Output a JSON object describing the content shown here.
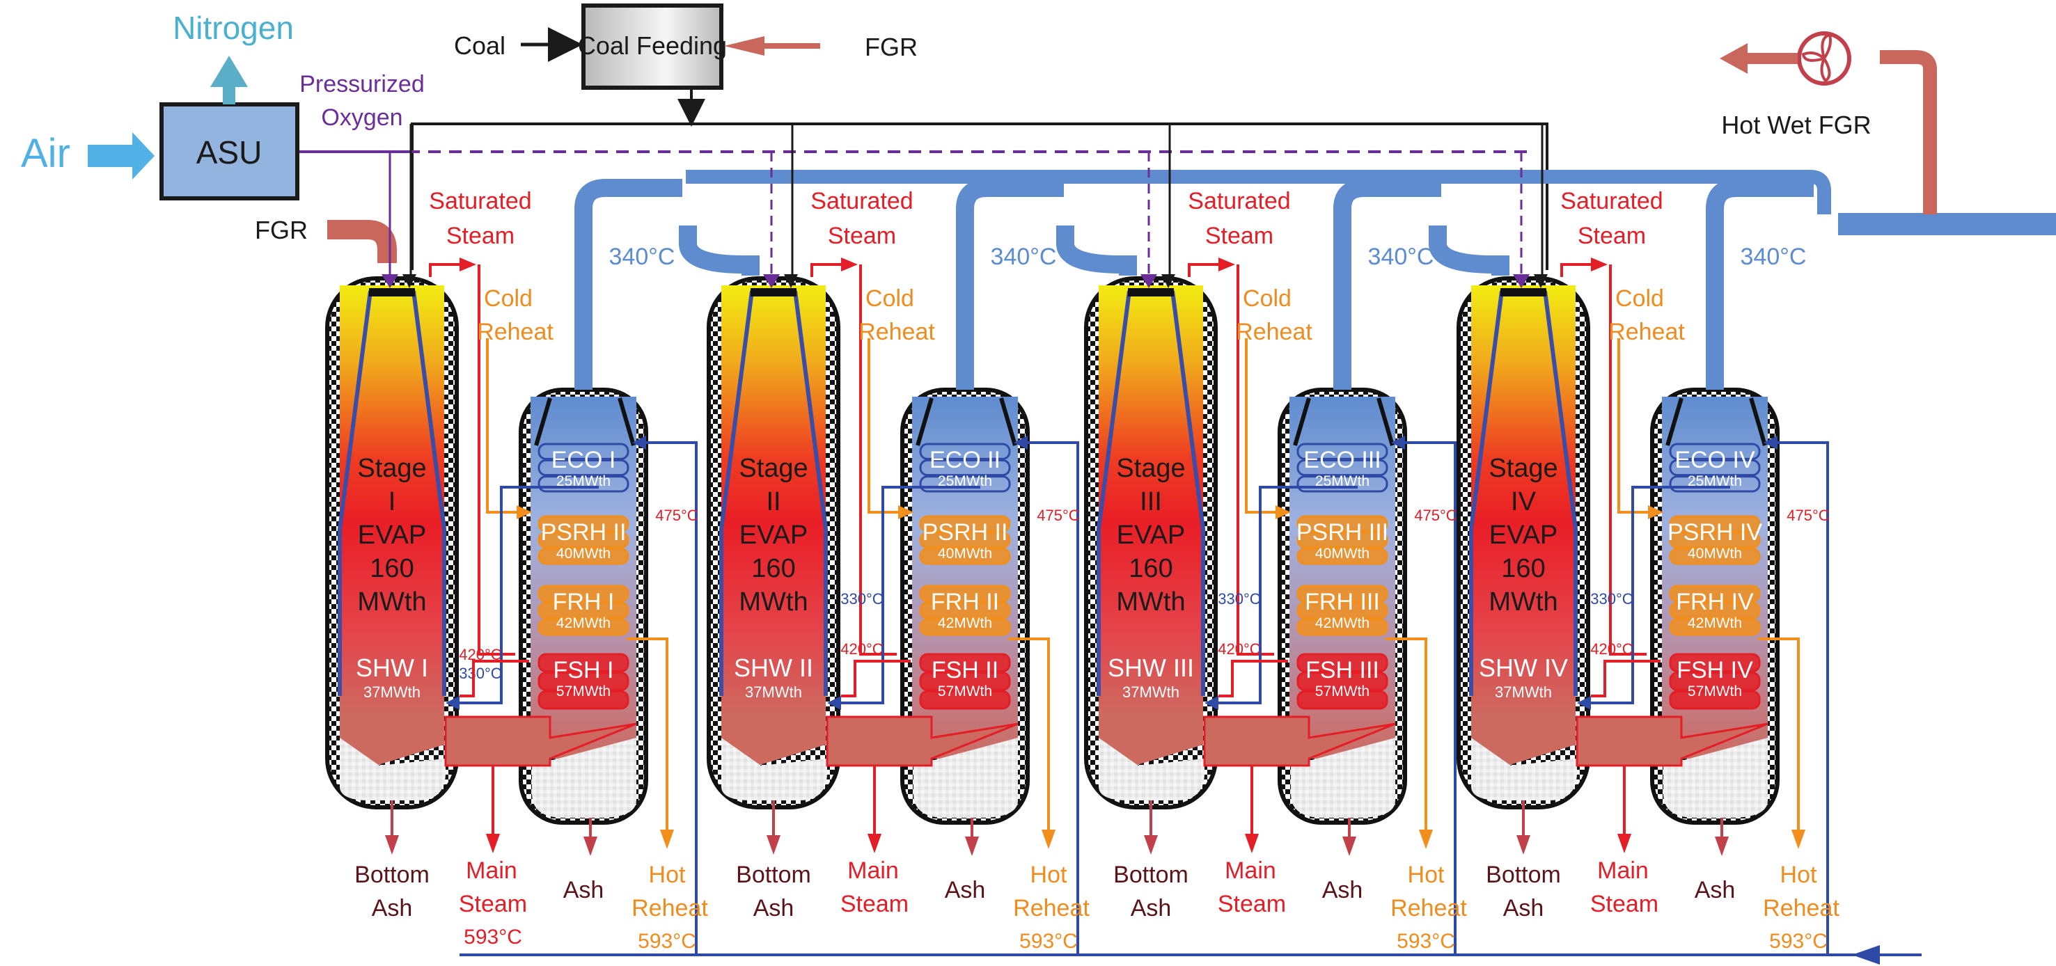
{
  "inputs": {
    "air_label": "Air",
    "nitrogen_label": "Nitrogen",
    "asu_label": "ASU",
    "pressurized_oxygen_line1": "Pressurized",
    "pressurized_oxygen_line2": "Oxygen",
    "coal_label": "Coal",
    "coal_feeding_label": "Coal Feeding",
    "fgr_coal_label": "FGR",
    "fgr_burner_label": "FGR",
    "hot_wet_fgr_label": "Hot Wet FGR"
  },
  "common_labels": {
    "saturated_line1": "Saturated",
    "saturated_line2": "Steam",
    "cold_line1": "Cold",
    "cold_line2": "Reheat",
    "flue_temp": "340°C",
    "temp_475": "475°C",
    "temp_420": "420°C",
    "temp_330": "330°C",
    "bottom_ash_line1": "Bottom",
    "bottom_ash_line2": "Ash",
    "main_steam_line1": "Main",
    "main_steam_line2": "Steam",
    "ash_label": "Ash",
    "hot_reheat_line1": "Hot",
    "hot_reheat_line2": "Reheat",
    "outlet_temp": "593°C"
  },
  "stages": [
    {
      "numeral": "I",
      "stage_word": "Stage",
      "evap_label": "EVAP",
      "evap_duty_value": "160",
      "evap_duty_unit": "MWth",
      "shw_label": "SHW I",
      "shw_duty": "37MWth",
      "eco_label": "ECO I",
      "eco_duty": "25MWth",
      "psrh_label": "PSRH II",
      "psrh_duty": "40MWth",
      "frh_label": "FRH I",
      "frh_duty": "42MWth",
      "fsh_label": "FSH I",
      "fsh_duty": "57MWth",
      "show_main_steam_temp": true
    },
    {
      "numeral": "II",
      "stage_word": "Stage",
      "evap_label": "EVAP",
      "evap_duty_value": "160",
      "evap_duty_unit": "MWth",
      "shw_label": "SHW II",
      "shw_duty": "37MWth",
      "eco_label": "ECO II",
      "eco_duty": "25MWth",
      "psrh_label": "PSRH II",
      "psrh_duty": "40MWth",
      "frh_label": "FRH II",
      "frh_duty": "42MWth",
      "fsh_label": "FSH II",
      "fsh_duty": "57MWth",
      "show_main_steam_temp": false
    },
    {
      "numeral": "III",
      "stage_word": "Stage",
      "evap_label": "EVAP",
      "evap_duty_value": "160",
      "evap_duty_unit": "MWth",
      "shw_label": "SHW III",
      "shw_duty": "37MWth",
      "eco_label": "ECO III",
      "eco_duty": "25MWth",
      "psrh_label": "PSRH III",
      "psrh_duty": "40MWth",
      "frh_label": "FRH III",
      "frh_duty": "42MWth",
      "fsh_label": "FSH III",
      "fsh_duty": "57MWth",
      "show_main_steam_temp": false
    },
    {
      "numeral": "IV",
      "stage_word": "Stage",
      "evap_label": "EVAP",
      "evap_duty_value": "160",
      "evap_duty_unit": "MWth",
      "shw_label": "SHW IV",
      "shw_duty": "37MWth",
      "eco_label": "ECO IV",
      "eco_duty": "25MWth",
      "psrh_label": "PSRH IV",
      "psrh_duty": "40MWth",
      "frh_label": "FRH IV",
      "frh_duty": "42MWth",
      "fsh_label": "FSH IV",
      "fsh_duty": "57MWth",
      "show_main_steam_temp": false
    }
  ],
  "colors": {
    "flue_gas_blue": "#5f8ccf",
    "fgr_salmon": "#c9675c",
    "steam_red": "#e41e26",
    "reheat_orange": "#f18e1c",
    "water_darkblue": "#2f4aa6",
    "oxygen_purple": "#6a2d9a",
    "nitrogen_cyan": "#5aaec8",
    "air_blue": "#52b1e6",
    "asu_fill": "#94b4e0",
    "ash_maroon": "#5a1419"
  }
}
